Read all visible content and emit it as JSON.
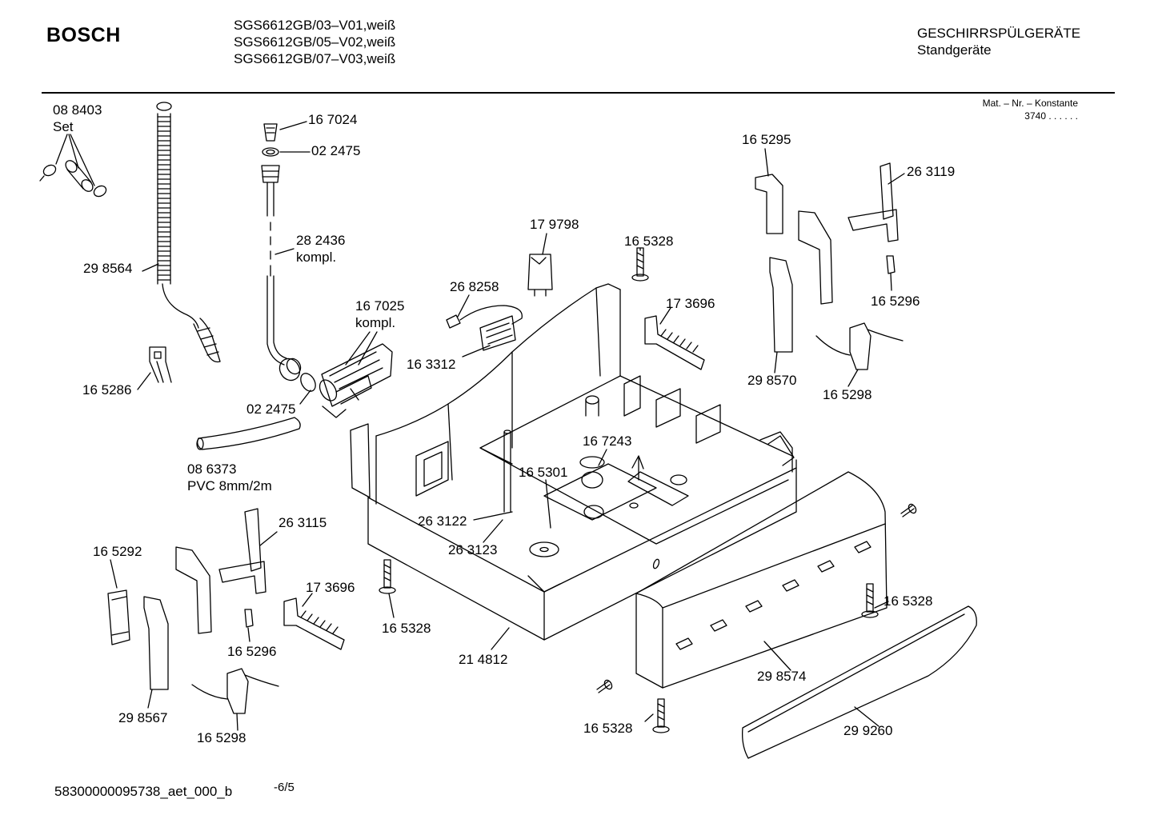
{
  "header": {
    "brand": "BOSCH",
    "models": [
      "SGS6612GB/03–V01,weiß",
      "SGS6612GB/05–V02,weiß",
      "SGS6612GB/07–V03,weiß"
    ],
    "category": "GESCHIRRSPÜLGERÄTE",
    "subcategory": "Standgeräte",
    "mat_label": "Mat. – Nr. – Konstante",
    "mat_value": "3740  .  .  .  .  .  ."
  },
  "parts": [
    {
      "id": "p0",
      "text": "08 8403"
    },
    {
      "id": "p1",
      "text": "Set"
    },
    {
      "id": "p2",
      "text": "29 8564"
    },
    {
      "id": "p3",
      "text": "16 7024"
    },
    {
      "id": "p4",
      "text": "02 2475"
    },
    {
      "id": "p5",
      "text": "28 2436"
    },
    {
      "id": "p6",
      "text": "kompl."
    },
    {
      "id": "p7",
      "text": "16 5286"
    },
    {
      "id": "p8",
      "text": "16 7025"
    },
    {
      "id": "p9",
      "text": "kompl."
    },
    {
      "id": "p10",
      "text": "02 2475"
    },
    {
      "id": "p11",
      "text": "08 6373"
    },
    {
      "id": "p12",
      "text": "PVC 8mm/2m"
    },
    {
      "id": "p13",
      "text": "17 9798"
    },
    {
      "id": "p14",
      "text": "26 8258"
    },
    {
      "id": "p15",
      "text": "16 3312"
    },
    {
      "id": "p16",
      "text": "16 5328"
    },
    {
      "id": "p17",
      "text": "17 3696"
    },
    {
      "id": "p18",
      "text": "16 5295"
    },
    {
      "id": "p19",
      "text": "26 3119"
    },
    {
      "id": "p20",
      "text": "16 5296"
    },
    {
      "id": "p21",
      "text": "29 8570"
    },
    {
      "id": "p22",
      "text": "16 5298"
    },
    {
      "id": "p23",
      "text": "16 7243"
    },
    {
      "id": "p24",
      "text": "16 5301"
    },
    {
      "id": "p25",
      "text": "26 3122"
    },
    {
      "id": "p26",
      "text": "26 3123"
    },
    {
      "id": "p27",
      "text": "26 3115"
    },
    {
      "id": "p28",
      "text": "16 5292"
    },
    {
      "id": "p29",
      "text": "17 3696"
    },
    {
      "id": "p30",
      "text": "16 5296"
    },
    {
      "id": "p31",
      "text": "29 8567"
    },
    {
      "id": "p32",
      "text": "16 5298"
    },
    {
      "id": "p33",
      "text": "16 5328"
    },
    {
      "id": "p34",
      "text": "21 4812"
    },
    {
      "id": "p35",
      "text": "16 5328"
    },
    {
      "id": "p36",
      "text": "29 8574"
    },
    {
      "id": "p37",
      "text": "16 5328"
    },
    {
      "id": "p38",
      "text": "29 9260"
    }
  ],
  "footer": {
    "doc_id": "58300000095738_aet_000_b",
    "sheet": "-6/5"
  }
}
